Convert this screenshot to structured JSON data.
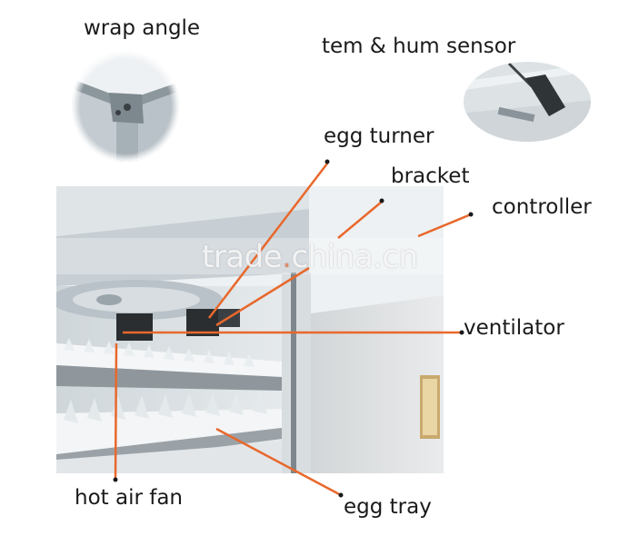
{
  "labels": {
    "wrap_angle": "wrap angle",
    "sensor": "tem & hum sensor",
    "egg_turner": "egg turner",
    "bracket": "bracket",
    "controller": "controller",
    "ventilator": "ventilator",
    "hot_air_fan": "hot air fan",
    "egg_tray": "egg tray"
  },
  "watermark": {
    "left": "trade",
    "dot": ".",
    "right": "china.cn"
  },
  "colors": {
    "leader_line": "#e8682c",
    "label_text": "#1a1a1a"
  }
}
